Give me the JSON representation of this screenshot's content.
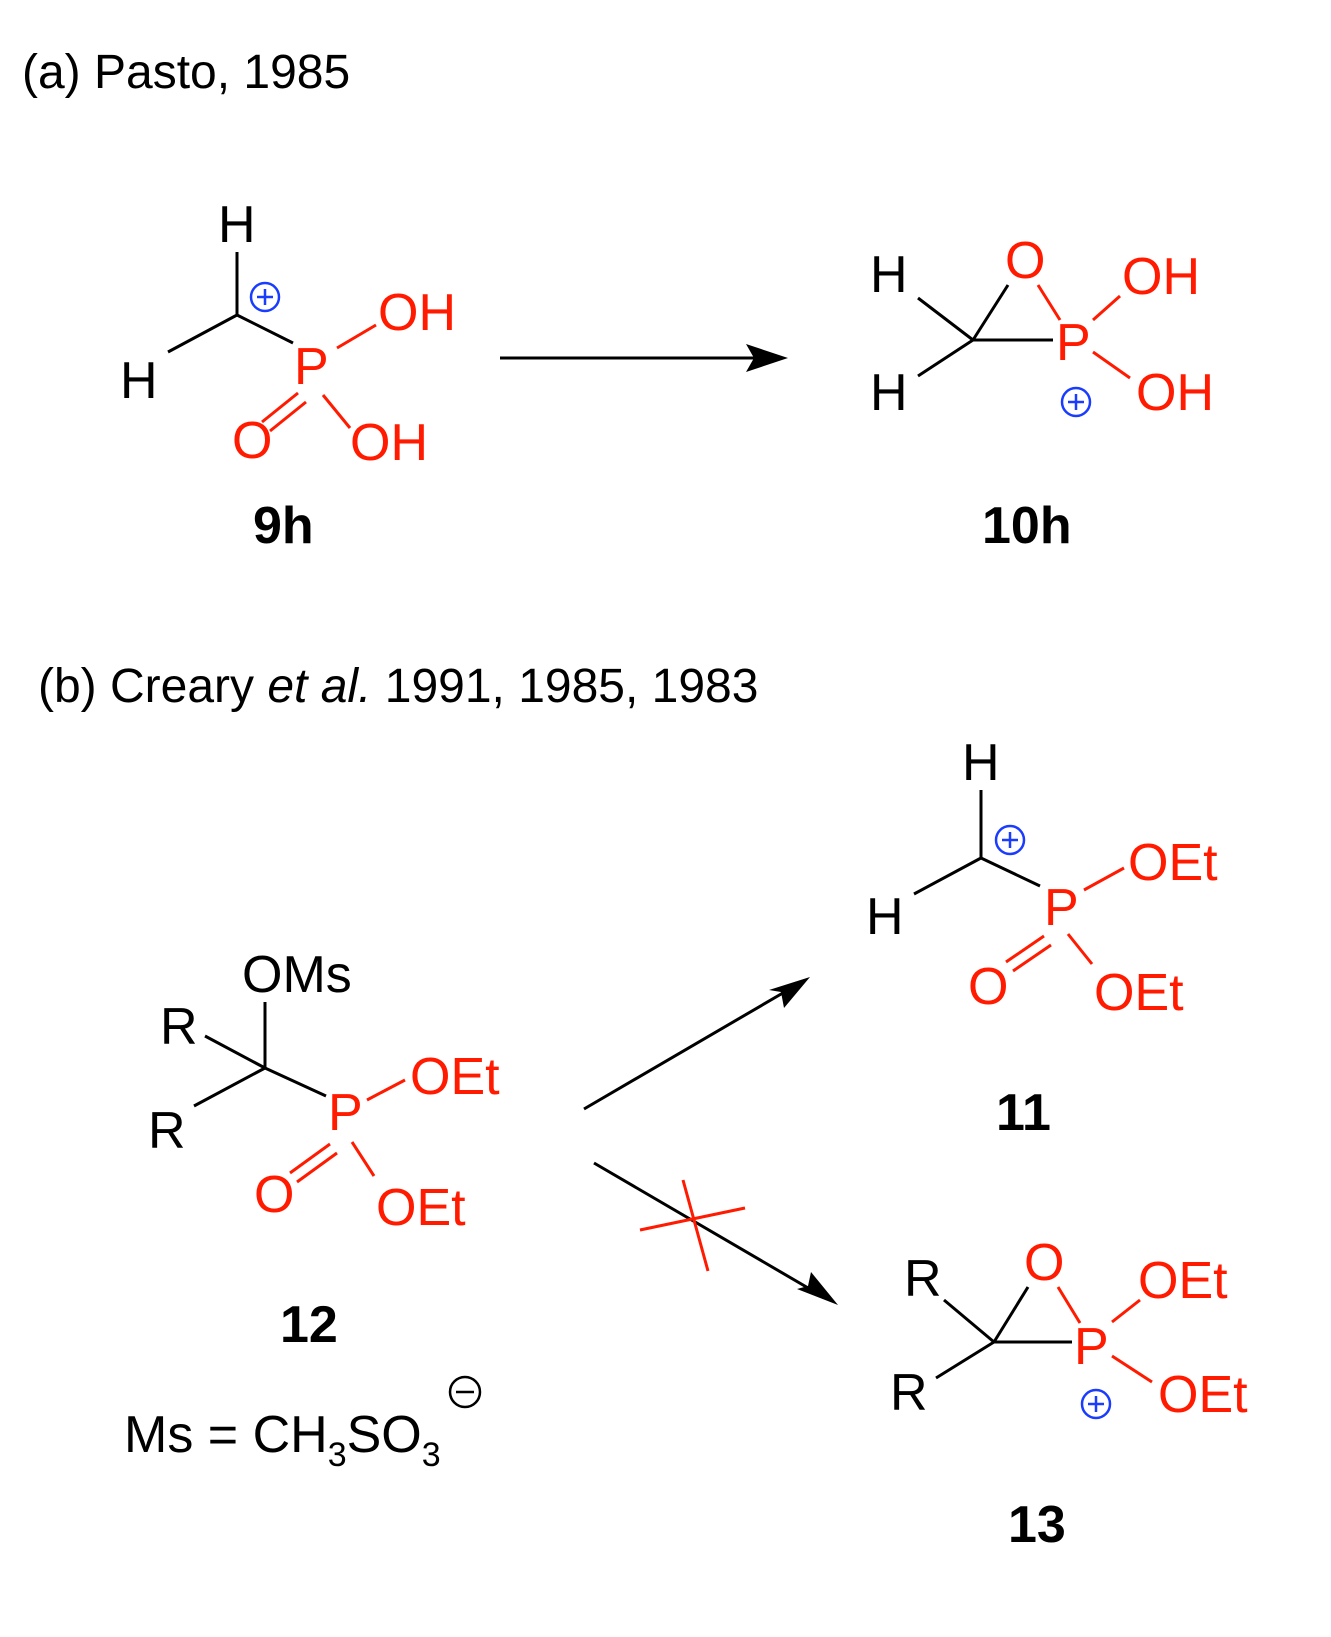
{
  "panel_a": {
    "heading": "(a) Pasto, 1985",
    "reactant": {
      "label": "9h",
      "atoms": {
        "h_top": "H",
        "h_left": "H",
        "p": "P",
        "o_double": "O",
        "oh_upper": "OH",
        "oh_lower": "OH"
      }
    },
    "product": {
      "label": "10h",
      "atoms": {
        "o_ring": "O",
        "h_upper": "H",
        "h_lower": "H",
        "p": "P",
        "oh_upper": "OH",
        "oh_lower": "OH"
      }
    }
  },
  "panel_b": {
    "heading_prefix": "(b) Creary ",
    "heading_italic": "et al.",
    "heading_suffix": " 1991, 1985, 1983",
    "reactant": {
      "label": "12",
      "atoms": {
        "oms": "OMs",
        "r_upper": "R",
        "r_lower": "R",
        "p": "P",
        "o_double": "O",
        "oet_upper": "OEt",
        "oet_lower": "OEt"
      },
      "note": {
        "lhs": "Ms = CH",
        "sub_3a": "3",
        "mid": "SO",
        "sub_3b": "3"
      }
    },
    "product_observed": {
      "label": "11",
      "atoms": {
        "h_top": "H",
        "h_left": "H",
        "p": "P",
        "o_double": "O",
        "oet_upper": "OEt",
        "oet_lower": "OEt"
      }
    },
    "product_not_formed": {
      "label": "13",
      "atoms": {
        "o_ring": "O",
        "r_upper": "R",
        "r_lower": "R",
        "p": "P",
        "oet_upper": "OEt",
        "oet_lower": "OEt"
      }
    }
  },
  "colors": {
    "heteroatom": "#ff1a00",
    "charge": "#1a3cff",
    "carbon_skeleton": "#000000"
  }
}
